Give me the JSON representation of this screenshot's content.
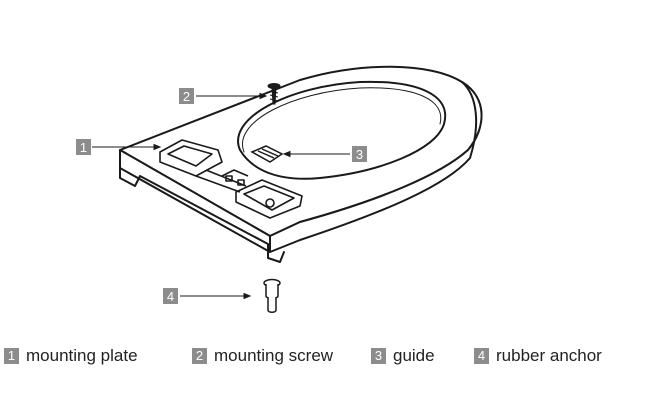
{
  "callouts": [
    {
      "number": "1"
    },
    {
      "number": "2"
    },
    {
      "number": "3"
    },
    {
      "number": "4"
    }
  ],
  "legend": [
    {
      "number": "1",
      "label": "mounting plate"
    },
    {
      "number": "2",
      "label": "mounting screw"
    },
    {
      "number": "3",
      "label": "guide"
    },
    {
      "number": "4",
      "label": "rubber anchor"
    }
  ],
  "colors": {
    "outline": "#1a1a1a",
    "badge": "#8c8c8c",
    "background": "#ffffff"
  }
}
